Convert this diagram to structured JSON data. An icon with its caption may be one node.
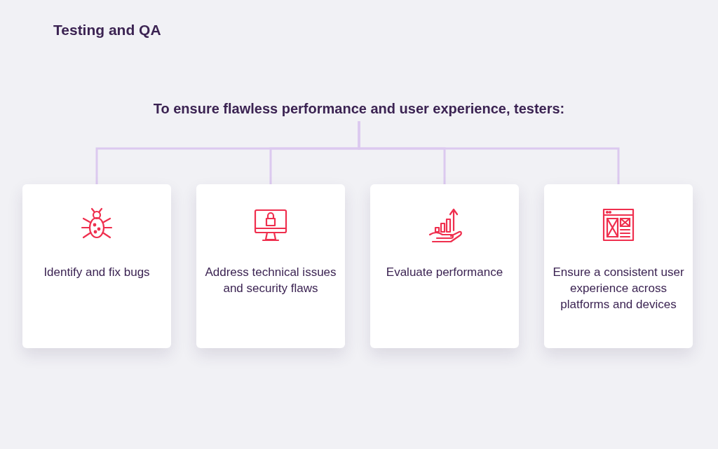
{
  "diagram": {
    "title": "Testing and QA",
    "nodes": [
      {
        "text": [
          "To ensure flawless performance and user experience, testers:"
        ]
      },
      {
        "text": [
          "Identify and fix bugs"
        ]
      },
      {
        "text": [
          "Address technical issues and security flaws"
        ]
      },
      {
        "text": [
          "Evaluate performance"
        ]
      },
      {
        "text": [
          "Ensure a consistent user experience across platforms and devices"
        ]
      }
    ],
    "edges": [
      {
        "from": 0,
        "to": 1,
        "arrow": "none"
      },
      {
        "from": 0,
        "to": 2,
        "arrow": "none"
      },
      {
        "from": 0,
        "to": 3,
        "arrow": "none"
      },
      {
        "from": 0,
        "to": 4,
        "arrow": "none"
      }
    ]
  }
}
